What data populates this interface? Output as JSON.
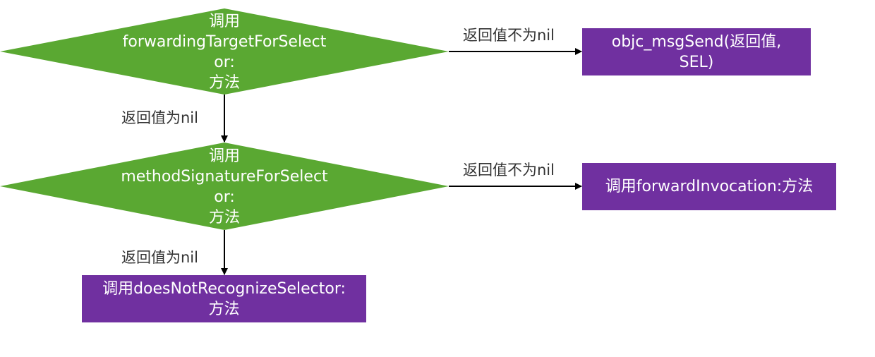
{
  "colors": {
    "diamond": "#5aa832",
    "box": "#7030a0",
    "arrow": "#000000",
    "label": "#333333"
  },
  "decision1": {
    "lines": [
      "调用",
      "forwardingTargetForSelect",
      "or:",
      "方法"
    ]
  },
  "decision2": {
    "lines": [
      "调用",
      "methodSignatureForSelect",
      "or:",
      "方法"
    ]
  },
  "box_msgsend": {
    "lines": [
      "objc_msgSend(返回值,",
      "SEL)"
    ]
  },
  "box_forward_invocation": {
    "lines": [
      "调用forwardInvocation:方法"
    ]
  },
  "box_does_not_recognize": {
    "lines": [
      "调用doesNotRecognizeSelector:",
      "方法"
    ]
  },
  "edge_labels": {
    "d1_right": "返回值不为nil",
    "d1_down": "返回值为nil",
    "d2_right": "返回值不为nil",
    "d2_down": "返回值为nil"
  }
}
